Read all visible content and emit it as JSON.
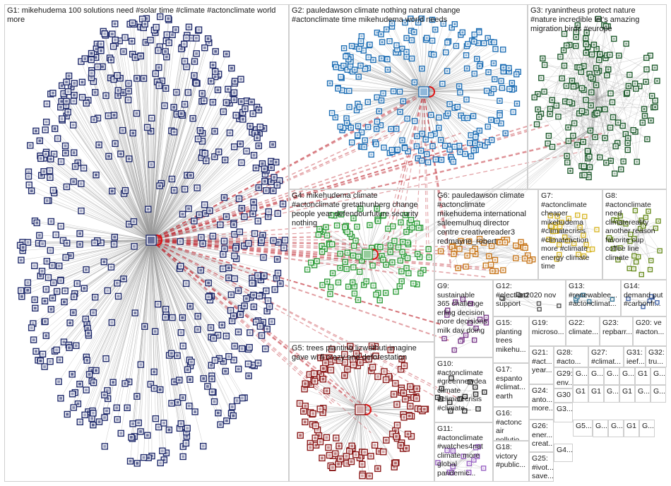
{
  "groups": [
    {
      "id": "G1",
      "label": "G1: mikehudema 100 solutions need #solar time #climate #actonclimate world more",
      "color": "#1f2a6b"
    },
    {
      "id": "G2",
      "label": "G2: pauledawson climate nothing natural change\n#actonclimate time mikehudema world needs",
      "color": "#1f6fb5"
    },
    {
      "id": "G3",
      "label": "G3: ryanintheus protect nature\n#nature incredible let's amazing\nmigration birds #europe",
      "color": "#1d5a2c"
    },
    {
      "id": "G4",
      "label": "G4: mikehudema climate\n#actonclimate gretathunberg change\npeople year defendourfuture security\nnothing",
      "color": "#2e9c3a"
    },
    {
      "id": "G5",
      "label": "G5: trees planting lizwathuti imagine\ngave wi fi crazy end deforestation",
      "color": "#8b1a1a"
    },
    {
      "id": "G6",
      "label": "G6: pauledawson climate\n#actonclimate\nmikehudema international\nsaleemulhuq director\ncentre creativereader3\nredmayne_robert",
      "color": "#c8781e"
    },
    {
      "id": "G7",
      "label": "G7:\n#actonclimate\ncheaper\nmikehudema\n#climatecrisis\n#climateaction\nmore #climate\nenergy climate\ntime",
      "color": "#d9b82a"
    },
    {
      "id": "G8",
      "label": "G8:\n#actonclimate\nneed\nclimatereality\nanother reason\nfavorite cup\ncoffee line\nclimate",
      "color": "#6b8e23"
    },
    {
      "id": "G9",
      "label": "G9:\nsustainable\n365 challenge\nerling decision\nmore decisions\nmilk day doing",
      "color": "#7a3a8a"
    },
    {
      "id": "G10",
      "label": "G10:\n#actonclimate\n#greennewdea\nclimate\n#climatecrisis\n#climate...",
      "color": "#2a2a2a"
    },
    {
      "id": "G11",
      "label": "G11:\n#actonclimate\n#watches4nat\nclimate more\nglobal\npandemic...",
      "color": "#9a63c4"
    },
    {
      "id": "G12",
      "label": "G12:\n#election2020 nov\nsupport",
      "color": "#555555"
    },
    {
      "id": "G13",
      "label": "G13:\n#renewablee...\n#actonclimat...",
      "color": "#3a7a9a"
    },
    {
      "id": "G14",
      "label": "G14: demand put\n#carbonfr...",
      "color": "#4466aa"
    },
    {
      "id": "G15",
      "label": "G15:\nplanting\ntrees\nmikehu...",
      "color": "#4a6a3a"
    },
    {
      "id": "G16",
      "label": "G16:\n#actonc\nair\npollutio...",
      "color": "#7a7a2a"
    },
    {
      "id": "G17",
      "label": "G17:\nespanto\n#climat...\nearth",
      "color": "#aa4422"
    },
    {
      "id": "G18",
      "label": "G18:\nvictory\n#public...",
      "color": "#666699"
    },
    {
      "id": "G19",
      "label": "G19:\nmicroso...",
      "color": "#336699"
    },
    {
      "id": "G20",
      "label": "G20: ve\n#acton...",
      "color": "#996633"
    },
    {
      "id": "G21",
      "label": "G21:\n#act...\nyear...",
      "color": "#884444"
    },
    {
      "id": "G22",
      "label": "G22:\nclimate...",
      "color": "#446688"
    },
    {
      "id": "G23",
      "label": "G23:\nrepbarr...",
      "color": "#aa3355"
    },
    {
      "id": "G24",
      "label": "G24:\nanto...\nmore...",
      "color": "#557744"
    },
    {
      "id": "G25",
      "label": "G25:\n#ivot...\nsave...",
      "color": "#cc6600"
    },
    {
      "id": "G26",
      "label": "G26:\nener...\ncreat...",
      "color": "#3366aa"
    },
    {
      "id": "G27",
      "label": "G27:\n#climat...",
      "color": "#6a5acd"
    },
    {
      "id": "G28",
      "label": "G28:\n#acto...\nenv...",
      "color": "#2f6f4f"
    },
    {
      "id": "G29",
      "label": "G29:\nenv...",
      "color": "#8a6a3a"
    },
    {
      "id": "G30",
      "label": "G30",
      "color": "#666666"
    },
    {
      "id": "G31",
      "label": "G31:\nieef...",
      "color": "#335577"
    },
    {
      "id": "G32",
      "label": "G32:\ntru...",
      "color": "#994477"
    },
    {
      "id": "G3x",
      "label": "G3...",
      "color": "#555555"
    },
    {
      "id": "G4x",
      "label": "G4...",
      "color": "#555555"
    },
    {
      "id": "G5x",
      "label": "G5...",
      "color": "#555555"
    }
  ],
  "small_cells": [
    "G...",
    "G...",
    "G...",
    "G...",
    "G1",
    "G...",
    "G1",
    "G1",
    "G...",
    "G1",
    "G...",
    "G...",
    "G...",
    "G...",
    "G1",
    "G..."
  ],
  "colors": {
    "edge": "#9a9a9a",
    "cross_edge": "#c0303a",
    "border": "#cfcfcf",
    "background": "#ffffff",
    "text": "#1a1a1a"
  }
}
